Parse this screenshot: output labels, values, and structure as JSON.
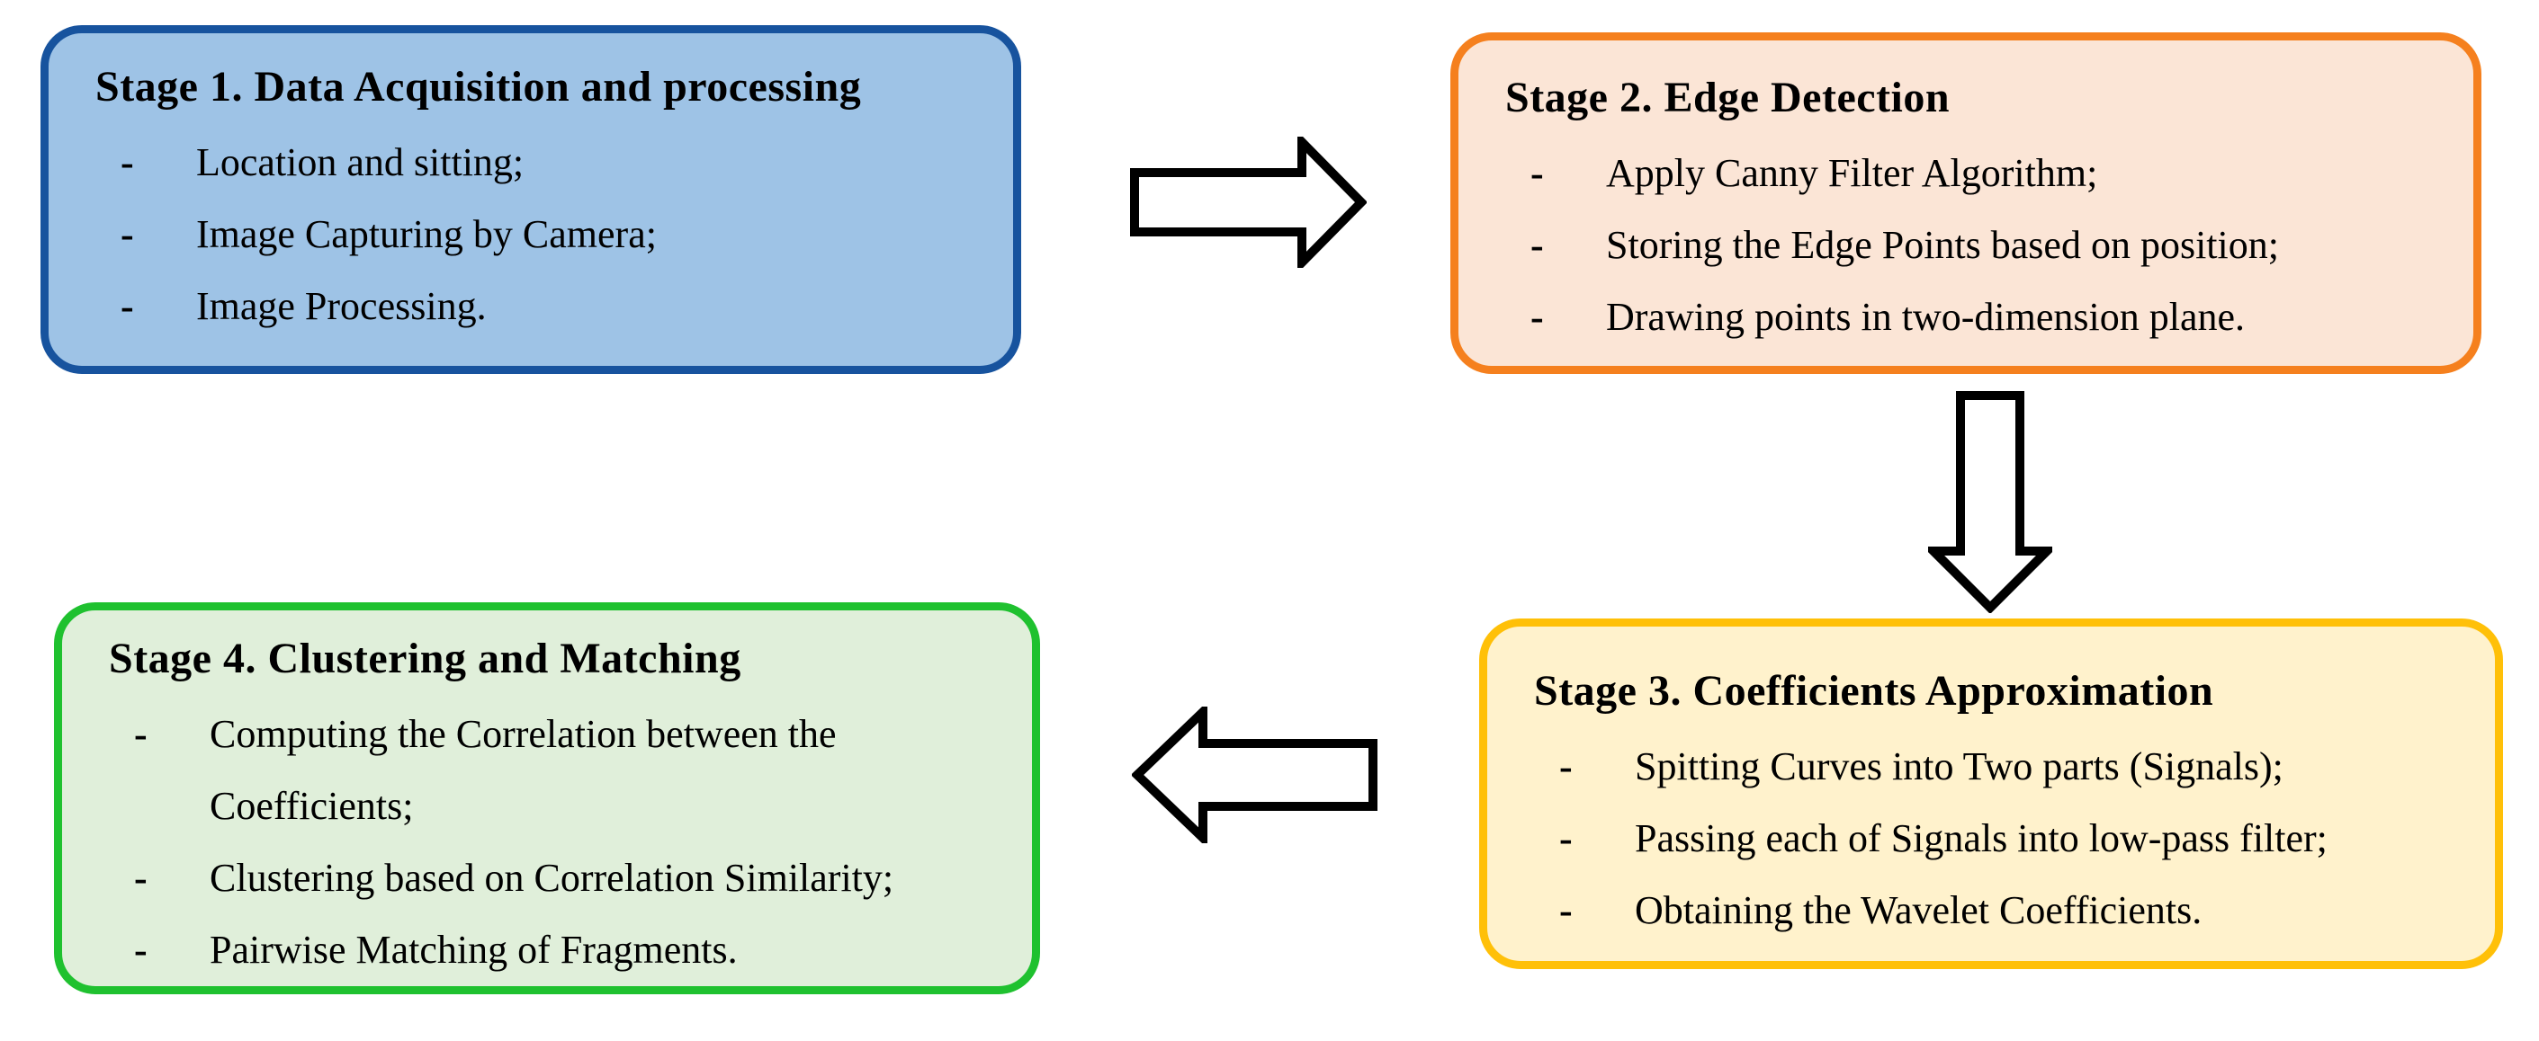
{
  "figure": {
    "description": "Four-stage process flowchart",
    "background_color": "#FFFFFF",
    "bullet_marker": "-",
    "stages": [
      {
        "title": "Stage 1. Data Acquisition and processing",
        "bullets": [
          "Location and sitting;",
          "Image Capturing by Camera;",
          "Image Processing."
        ],
        "fill_color": "#9EC3E6",
        "border_color": "#17539E"
      },
      {
        "title": "Stage 2. Edge Detection",
        "bullets": [
          "Apply Canny Filter Algorithm;",
          "Storing the Edge Points based on position;",
          "Drawing points in two-dimension plane."
        ],
        "fill_color": "#FBE5D6",
        "border_color": "#F5801E"
      },
      {
        "title": "Stage 3. Coefficients Approximation",
        "bullets": [
          "Spitting Curves into Two parts (Signals);",
          "Passing each of Signals into low-pass filter;",
          "Obtaining the Wavelet Coefficients."
        ],
        "fill_color": "#FFF2CC",
        "border_color": "#FFC008"
      },
      {
        "title": "Stage 4. Clustering and Matching",
        "bullets": [
          "Computing the Correlation between the Coefficients;",
          "Clustering based on Correlation Similarity;",
          "Pairwise Matching of Fragments."
        ],
        "fill_color": "#E0EFDA",
        "border_color": "#1FC12F"
      }
    ],
    "arrows": [
      {
        "name": "arrow-stage1-to-stage2",
        "direction": "right"
      },
      {
        "name": "arrow-stage2-to-stage3",
        "direction": "down"
      },
      {
        "name": "arrow-stage3-to-stage4",
        "direction": "left"
      }
    ],
    "arrow_style": {
      "fill": "#FFFFFF",
      "stroke": "#000000"
    }
  }
}
